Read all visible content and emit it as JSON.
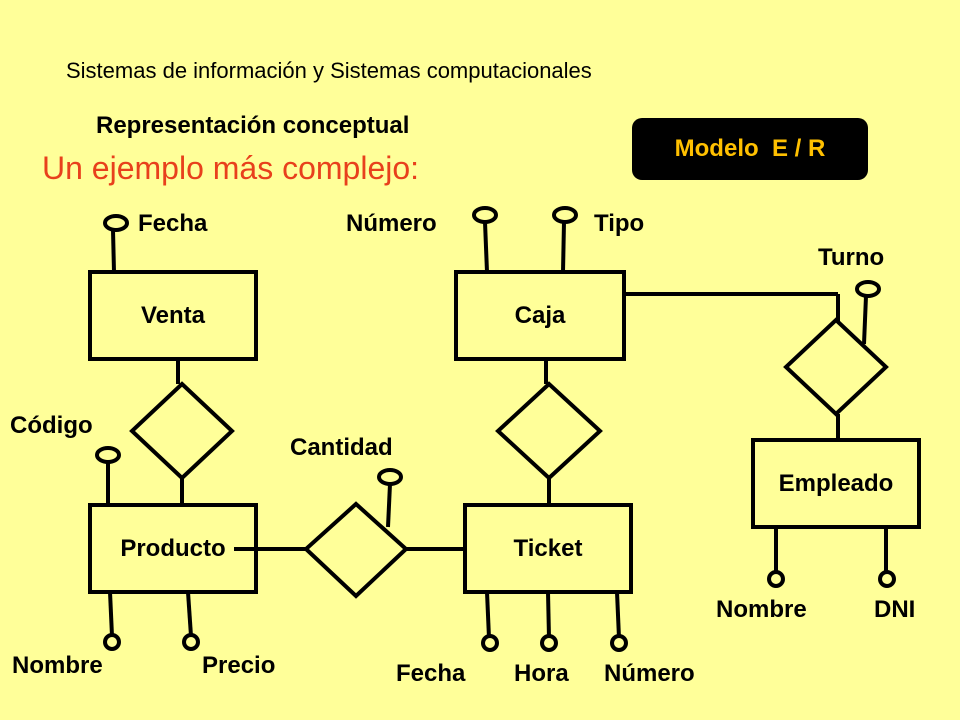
{
  "header": {
    "title": "Sistemas de información y Sistemas computacionales",
    "subtitle": "Representación conceptual",
    "section_title": "Un ejemplo más complejo:",
    "badge": "Modelo  E / R"
  },
  "entities": {
    "venta": "Venta",
    "caja": "Caja",
    "producto": "Producto",
    "ticket": "Ticket",
    "empleado": "Empleado"
  },
  "attributes": {
    "venta_fecha": "Fecha",
    "caja_numero": "Número",
    "caja_tipo": "Tipo",
    "turno": "Turno",
    "producto_codigo": "Código",
    "cantidad": "Cantidad",
    "producto_nombre": "Nombre",
    "producto_precio": "Precio",
    "ticket_fecha": "Fecha",
    "ticket_hora": "Hora",
    "ticket_numero": "Número",
    "empleado_nombre": "Nombre",
    "empleado_dni": "DNI"
  }
}
